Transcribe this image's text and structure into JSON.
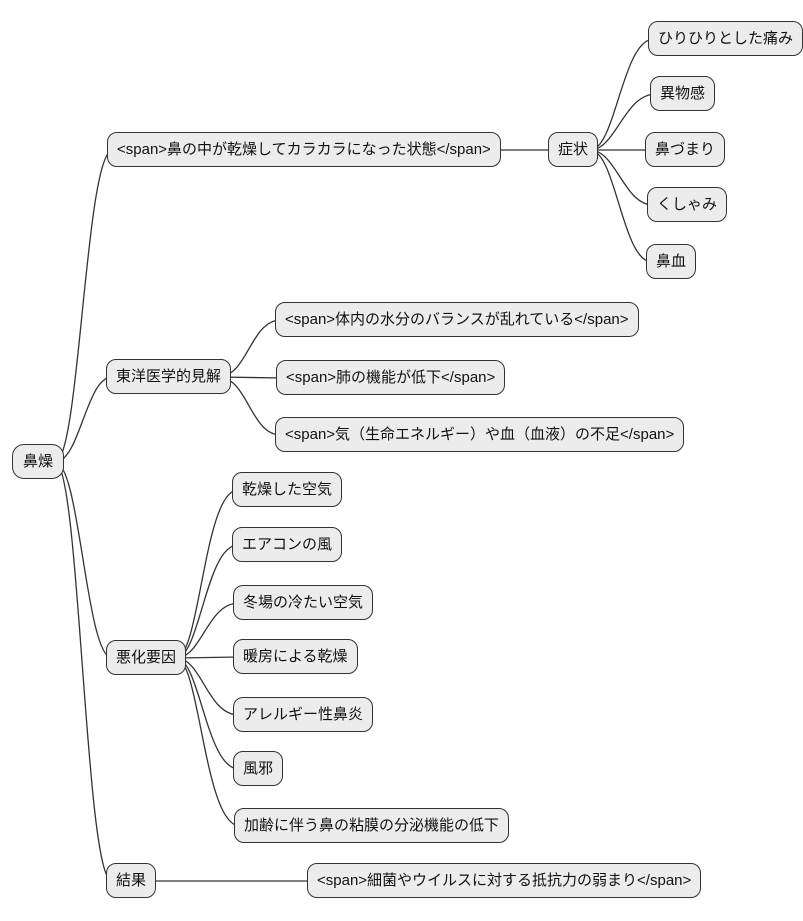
{
  "mindmap": {
    "root": "鼻燥",
    "colors": {
      "node_fill": "#ececec",
      "node_border": "#333333",
      "edge": "#333333",
      "background": "#ffffff"
    },
    "branch_description": {
      "label": "<span>鼻の中が乾燥してカラカラになった状態</span>",
      "symptoms_label": "症状",
      "symptoms": [
        "ひりひりとした痛み",
        "異物感",
        "鼻づまり",
        "くしゃみ",
        "鼻血"
      ]
    },
    "branch_tcm": {
      "label": "東洋医学的見解",
      "children": [
        "<span>体内の水分のバランスが乱れている</span>",
        "<span>肺の機能が低下</span>",
        "<span>気（生命エネルギー）や血（血液）の不足</span>"
      ]
    },
    "branch_aggravating": {
      "label": "悪化要因",
      "children": [
        "乾燥した空気",
        "エアコンの風",
        "冬場の冷たい空気",
        "暖房による乾燥",
        "アレルギー性鼻炎",
        "風邪",
        "加齢に伴う鼻の粘膜の分泌機能の低下"
      ]
    },
    "branch_result": {
      "label": "結果",
      "children": [
        "<span>細菌やウイルスに対する抵抗力の弱まり</span>"
      ]
    }
  }
}
